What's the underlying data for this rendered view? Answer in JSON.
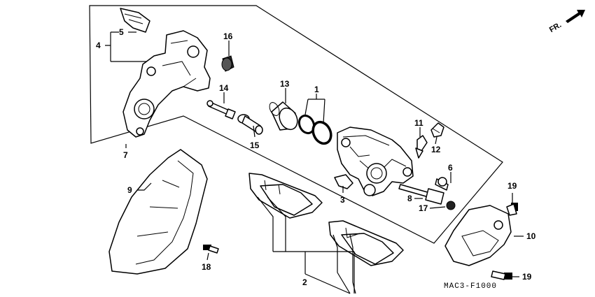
{
  "diagram": {
    "code": "MAC3-F1000",
    "direction_label": "FR.",
    "callouts": {
      "c1": "1",
      "c2": "2",
      "c3": "3",
      "c4": "4",
      "c5": "5",
      "c6": "6",
      "c7": "7",
      "c8": "8",
      "c9": "9",
      "c10": "10",
      "c11": "11",
      "c12": "12",
      "c13": "13",
      "c14": "14",
      "c15": "15",
      "c16": "16",
      "c17": "17",
      "c18": "18",
      "c19a": "19",
      "c19b": "19"
    }
  }
}
